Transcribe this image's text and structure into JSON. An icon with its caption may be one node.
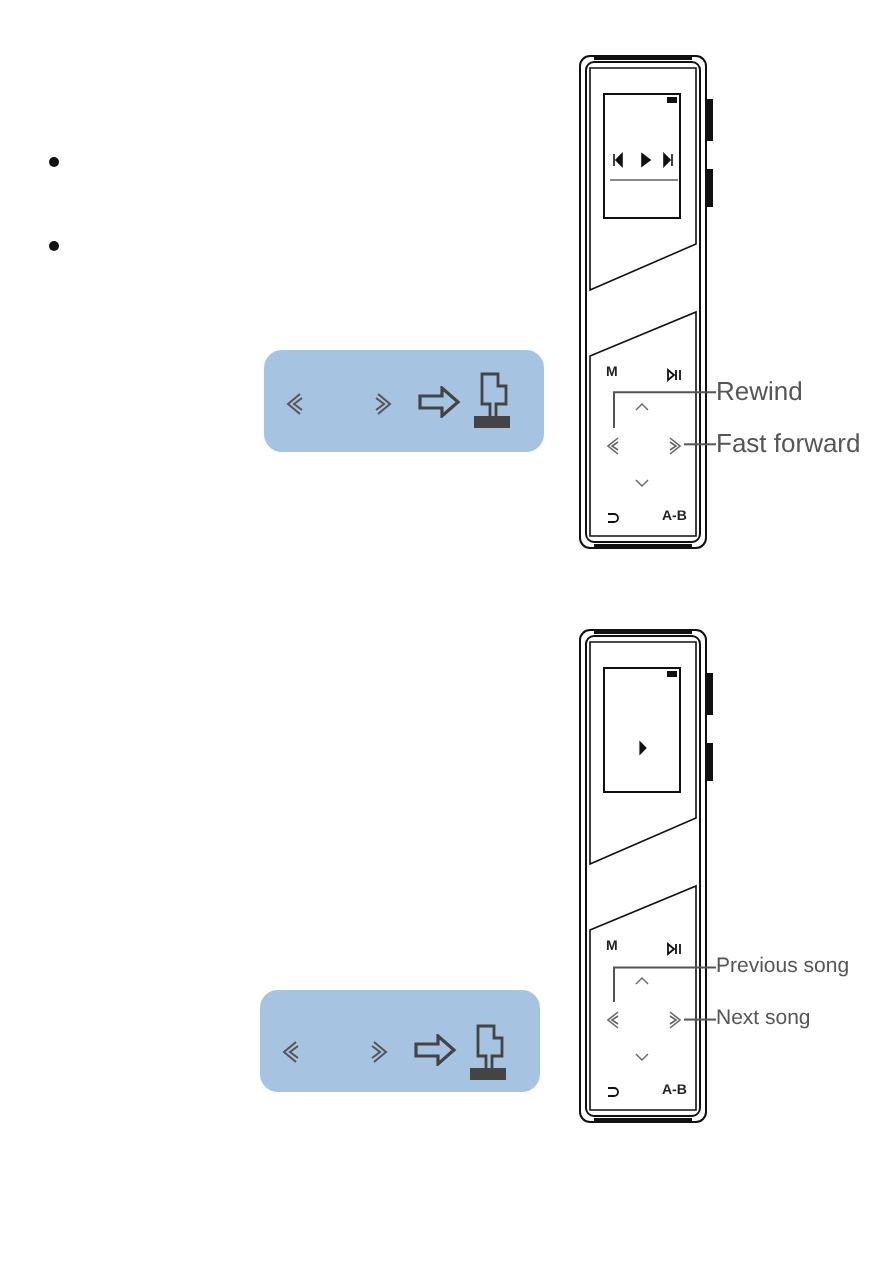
{
  "diagram": {
    "nodes": [
      {
        "text": [
          "Rewind"
        ]
      },
      {
        "text": [],
        "shape": "chevron"
      },
      {
        "text": [
          "Fast forward"
        ]
      },
      {
        "text": [],
        "shape": "chevron"
      },
      {
        "text": [
          "Previous song"
        ]
      },
      {
        "text": [],
        "shape": "chevron"
      },
      {
        "text": [
          "Next song"
        ]
      },
      {
        "text": [],
        "shape": "chevron"
      }
    ],
    "edges": [
      {
        "from": 0,
        "to": 1,
        "arrow": "none"
      },
      {
        "from": 2,
        "to": 3,
        "arrow": "none"
      },
      {
        "from": 4,
        "to": 5,
        "arrow": "none"
      },
      {
        "from": 6,
        "to": 7,
        "arrow": "none"
      }
    ],
    "labels": [
      "M",
      "A-B",
      "M",
      "A-B"
    ]
  }
}
